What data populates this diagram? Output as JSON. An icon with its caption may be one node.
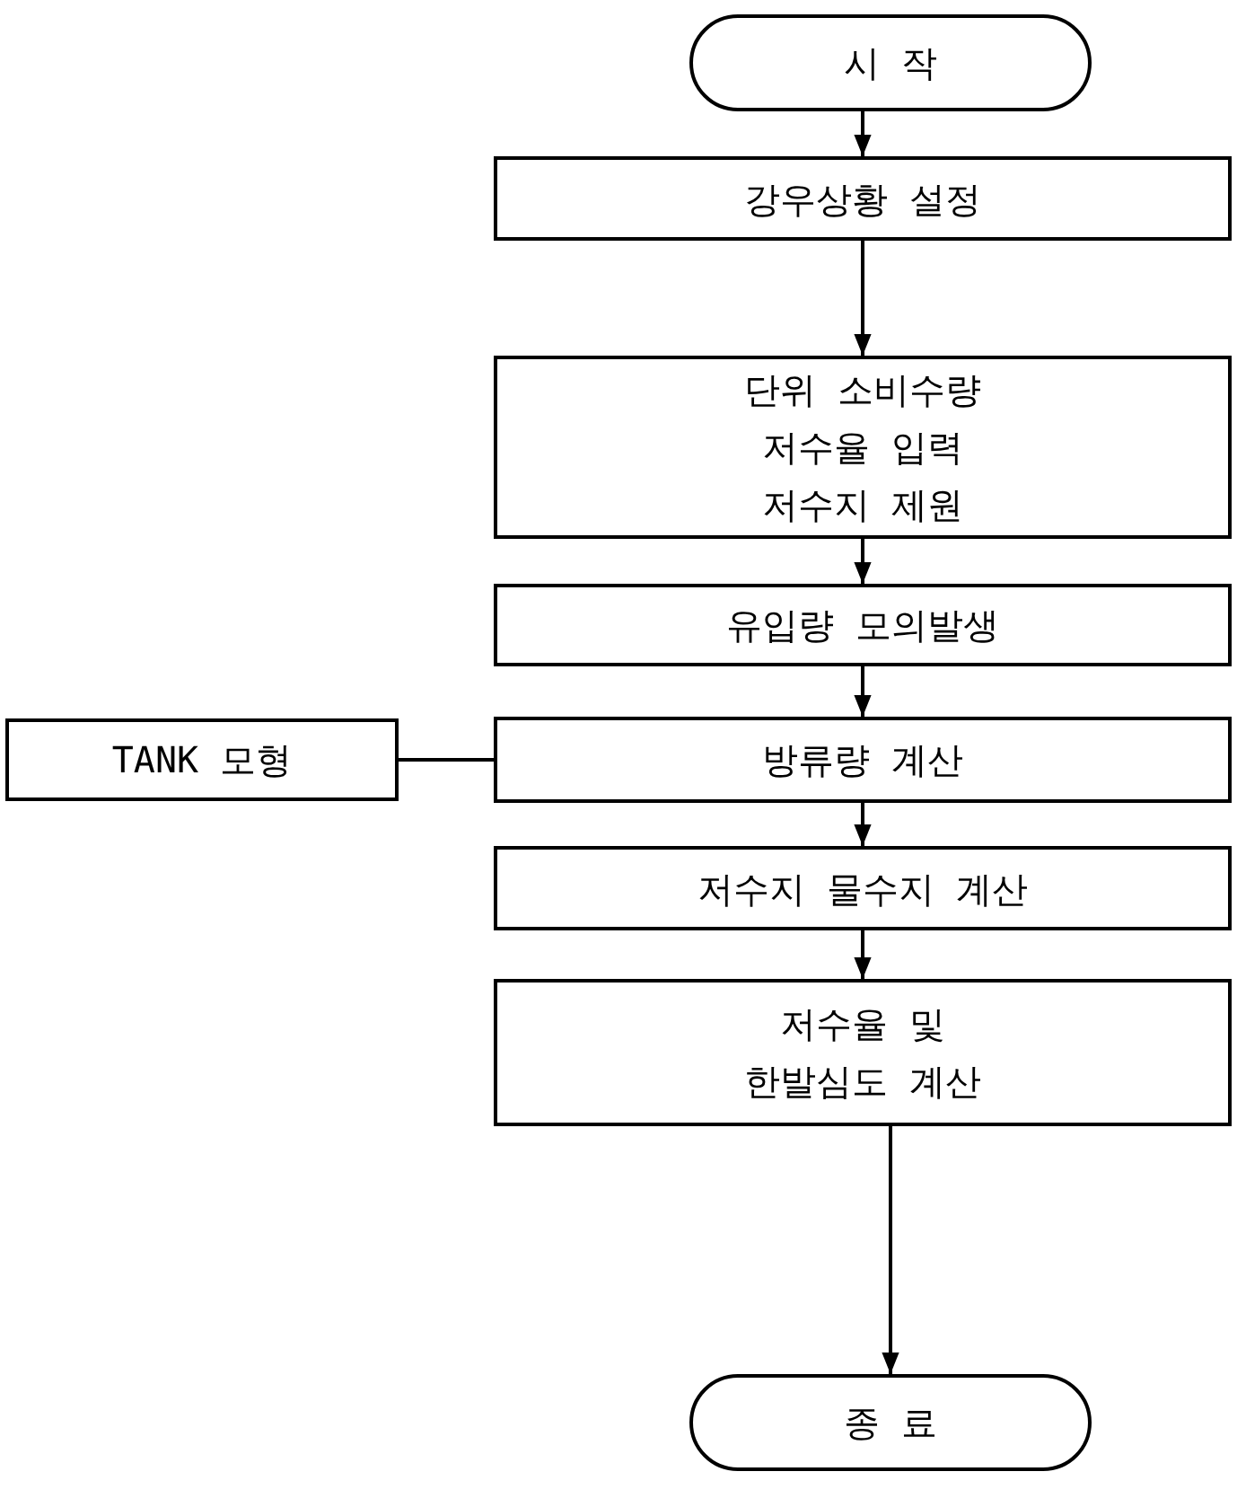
{
  "diagram": {
    "nodes": [
      {
        "text": [
          "시 작"
        ]
      },
      {
        "text": [
          "강우상황 설정"
        ]
      },
      {
        "text": [
          "단위 소비수량",
          "저수율 입력",
          "저수지 제원"
        ]
      },
      {
        "text": [
          "유입량 모의발생"
        ]
      },
      {
        "text": [
          "TANK 모형"
        ]
      },
      {
        "text": [
          "방류량 계산"
        ]
      },
      {
        "text": [
          "저수지 물수지 계산"
        ]
      },
      {
        "text": [
          "저수율 및 한발심도 계산"
        ]
      },
      {
        "text": [
          "종 료"
        ]
      }
    ],
    "edges": [
      {
        "from": 0,
        "to": 1,
        "arrow": "to"
      },
      {
        "from": 1,
        "to": 2,
        "arrow": "to"
      },
      {
        "from": 2,
        "to": 3,
        "arrow": "to"
      },
      {
        "from": 3,
        "to": 5,
        "arrow": "to"
      },
      {
        "from": 4,
        "to": 5,
        "arrow": "none"
      },
      {
        "from": 5,
        "to": 6,
        "arrow": "to"
      },
      {
        "from": 6,
        "to": 7,
        "arrow": "to"
      },
      {
        "from": 7,
        "to": 8,
        "arrow": "to"
      }
    ]
  }
}
